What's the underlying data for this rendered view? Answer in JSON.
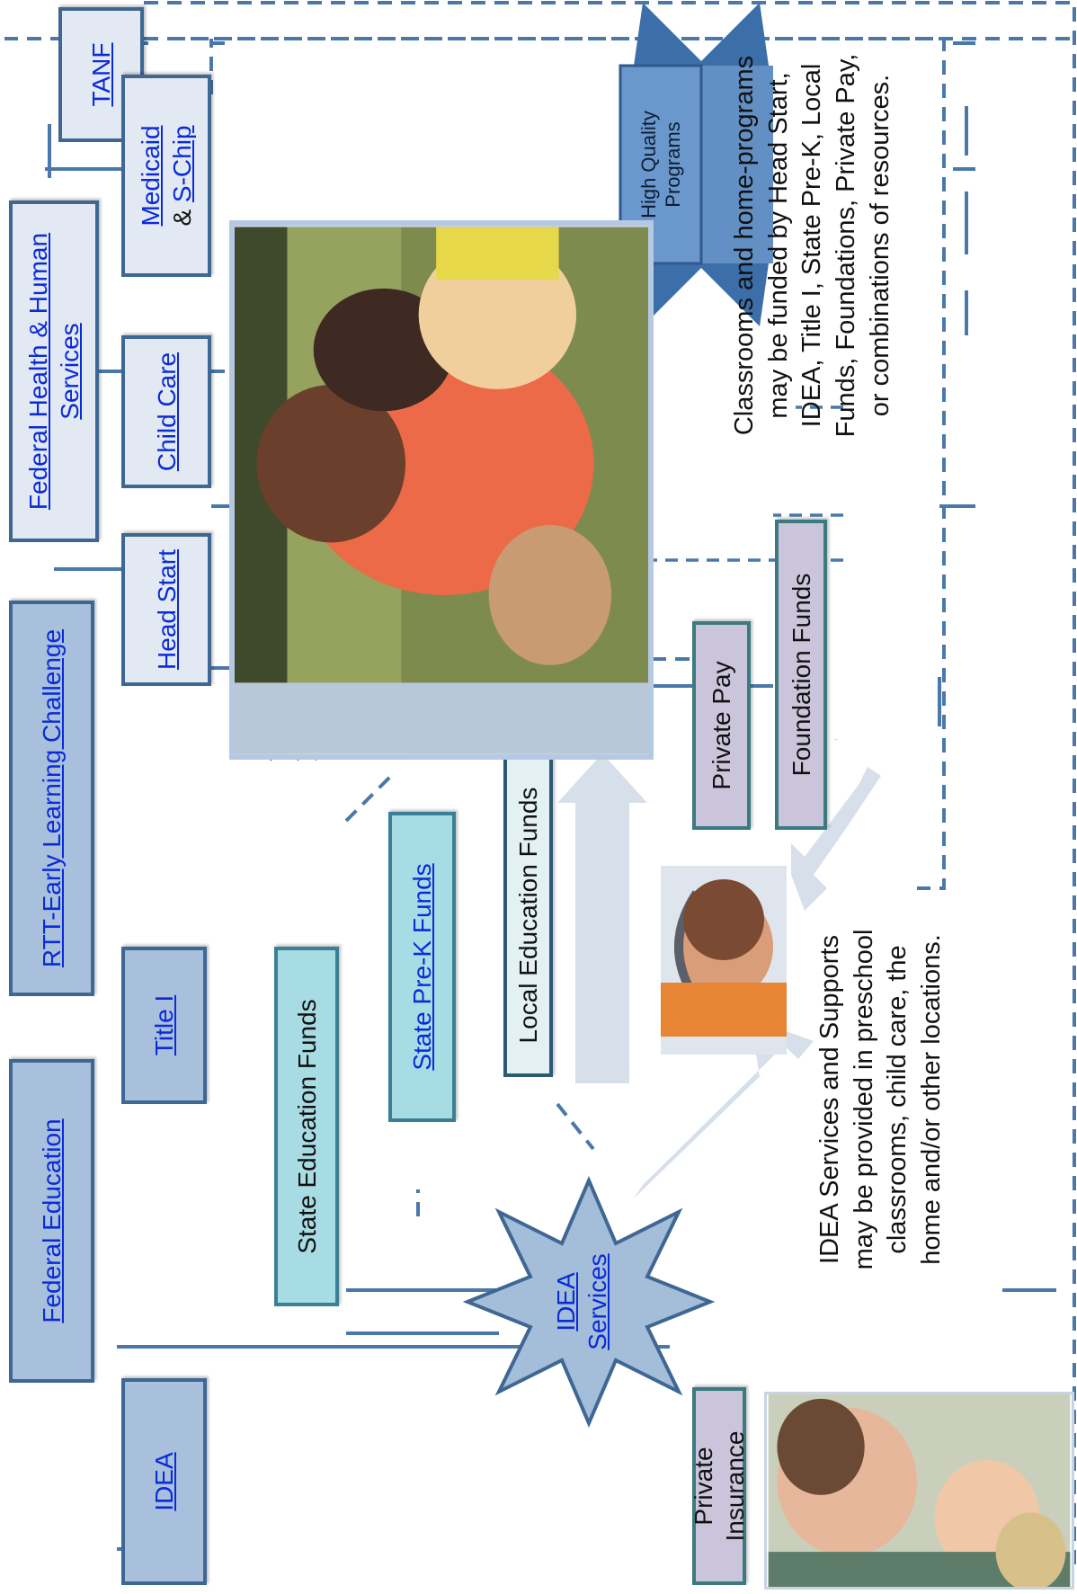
{
  "federal": {
    "education": "Federal Education",
    "rtt": "RTT-Early Learning Challenge",
    "hhs": "Federal Health & Human Services",
    "idea": "IDEA",
    "title_i": "Title I",
    "head_start": "Head Start",
    "child_care": "Child Care",
    "medicaid": "Medicaid",
    "medicaid_amp": "&",
    "schip": "S-Chip",
    "tanf": "TANF"
  },
  "state_local": {
    "state_education": "State Education Funds",
    "state_prek": "State Pre-K Funds",
    "local_education": "Local Education Funds"
  },
  "other_funds": {
    "private_pay": "Private Pay",
    "foundation": "Foundation Funds",
    "private_insurance": "Private Insurance"
  },
  "idea_services": {
    "line1": "IDEA",
    "line2": "Services"
  },
  "ribbon": {
    "line1": "High Quality",
    "line2": "Programs"
  },
  "captions": {
    "programs": [
      "Classrooms and home-programs",
      "may be funded by Head Start,",
      "IDEA, Title I, State Pre-K, Local",
      "Funds, Foundations, Private Pay,",
      "or combinations of resources."
    ],
    "idea": [
      "IDEA Services and Supports",
      "may be provided in preschool",
      "classrooms, child care, the",
      "home and/or other locations."
    ]
  },
  "colors": {
    "box_border": "#3f6794",
    "box_light": "#e3e9f2",
    "box_dark": "#a9c0dd",
    "teal": "#a8dce4",
    "lilac": "#cbc5dc",
    "connector": "#4a78aa",
    "link": "#0a2bd8",
    "arrow": "#d6dfec"
  }
}
